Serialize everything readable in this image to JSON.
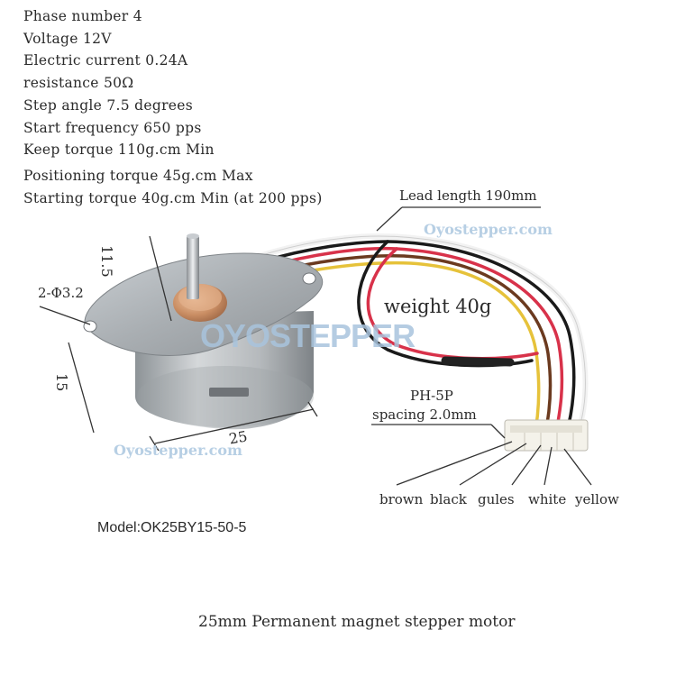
{
  "specs": [
    "Phase number 4",
    "Voltage 12V",
    "Electric current 0.24A",
    "resistance 50Ω",
    "Step angle 7.5 degrees",
    "Start frequency 650 pps",
    "Keep torque 110g.cm Min",
    "Positioning torque 45g.cm Max",
    "Starting torque 40g.cm Min (at 200 pps)"
  ],
  "labels": {
    "lead_length": "Lead length 190mm",
    "weight": "weight 40g",
    "connector": "PH-5P",
    "spacing": "spacing 2.0mm",
    "dim_height": "11.5",
    "dim_hole": "2-Φ3.2",
    "dim_body": "15",
    "dim_diameter": "25",
    "model": "Model:OK25BY15-50-5",
    "caption": "25mm Permanent magnet stepper motor"
  },
  "wires": [
    "brown",
    "black",
    "gules",
    "white",
    "yellow"
  ],
  "watermarks": {
    "site": "Oyostepper.com",
    "brand": "OYOSTEPPER"
  },
  "colors": {
    "wire_brown": "#6b3a1f",
    "wire_black": "#1a1a1a",
    "wire_gules": "#d8324a",
    "wire_white": "#f2f2f2",
    "wire_yellow": "#e6c23a",
    "watermark": "#b7cfe4"
  }
}
